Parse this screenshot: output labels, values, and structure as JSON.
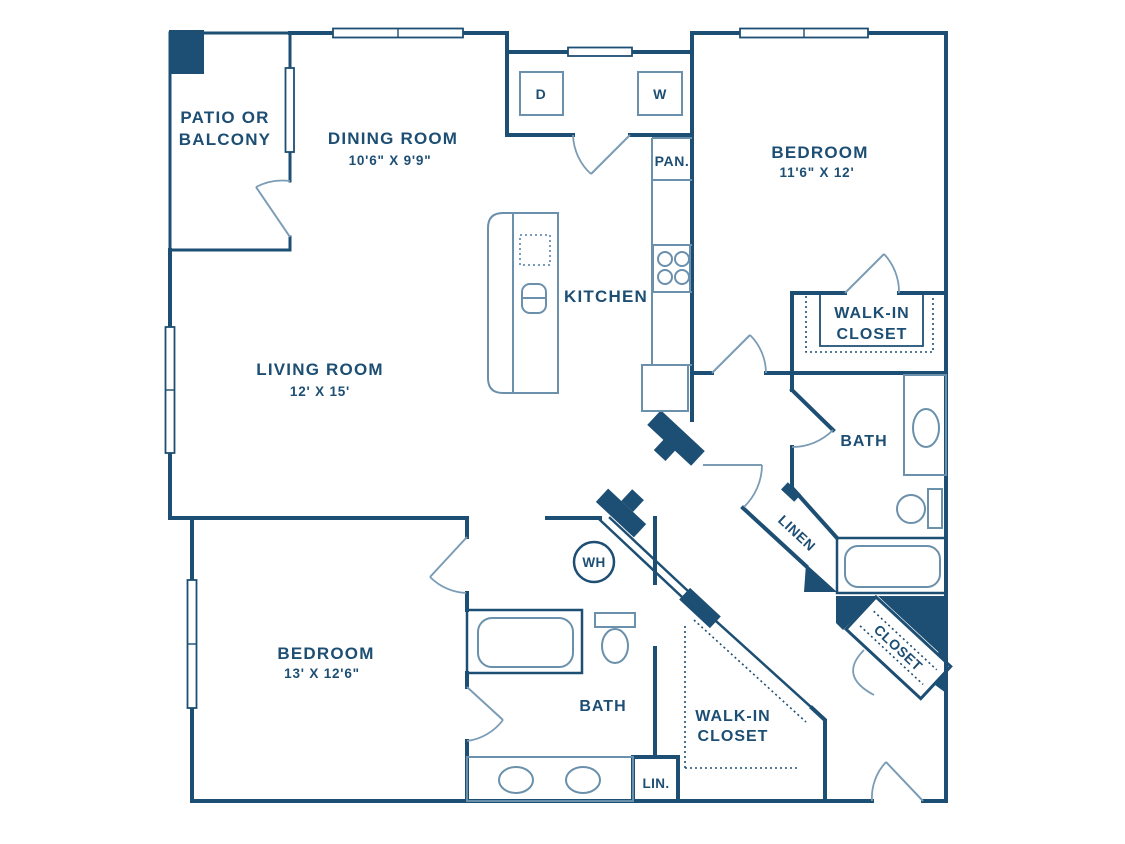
{
  "colors": {
    "wall": "#1d4e73",
    "fixture": "#6b90ac",
    "background": "#ffffff"
  },
  "rooms": {
    "patio": {
      "line1": "PATIO OR",
      "line2": "BALCONY"
    },
    "dining": {
      "name": "DINING ROOM",
      "dims": "10'6\" X 9'9\""
    },
    "bedroom_top": {
      "name": "BEDROOM",
      "dims": "11'6\" X 12'"
    },
    "kitchen": {
      "name": "KITCHEN"
    },
    "pantry": {
      "name": "PAN."
    },
    "living": {
      "name": "LIVING ROOM",
      "dims": "12' X 15'"
    },
    "walkin_top": {
      "line1": "WALK-IN",
      "line2": "CLOSET"
    },
    "bath_top": {
      "name": "BATH"
    },
    "linen": {
      "name": "LINEN"
    },
    "closet_entry": {
      "name": "CLOSET"
    },
    "bedroom_bottom": {
      "name": "BEDROOM",
      "dims": "13' X 12'6\""
    },
    "bath_bottom": {
      "name": "BATH"
    },
    "walkin_bottom": {
      "line1": "WALK-IN",
      "line2": "CLOSET"
    },
    "linen_bottom": {
      "name": "LIN."
    }
  },
  "appliances": {
    "dryer": "D",
    "washer": "W",
    "water_heater": "WH"
  }
}
